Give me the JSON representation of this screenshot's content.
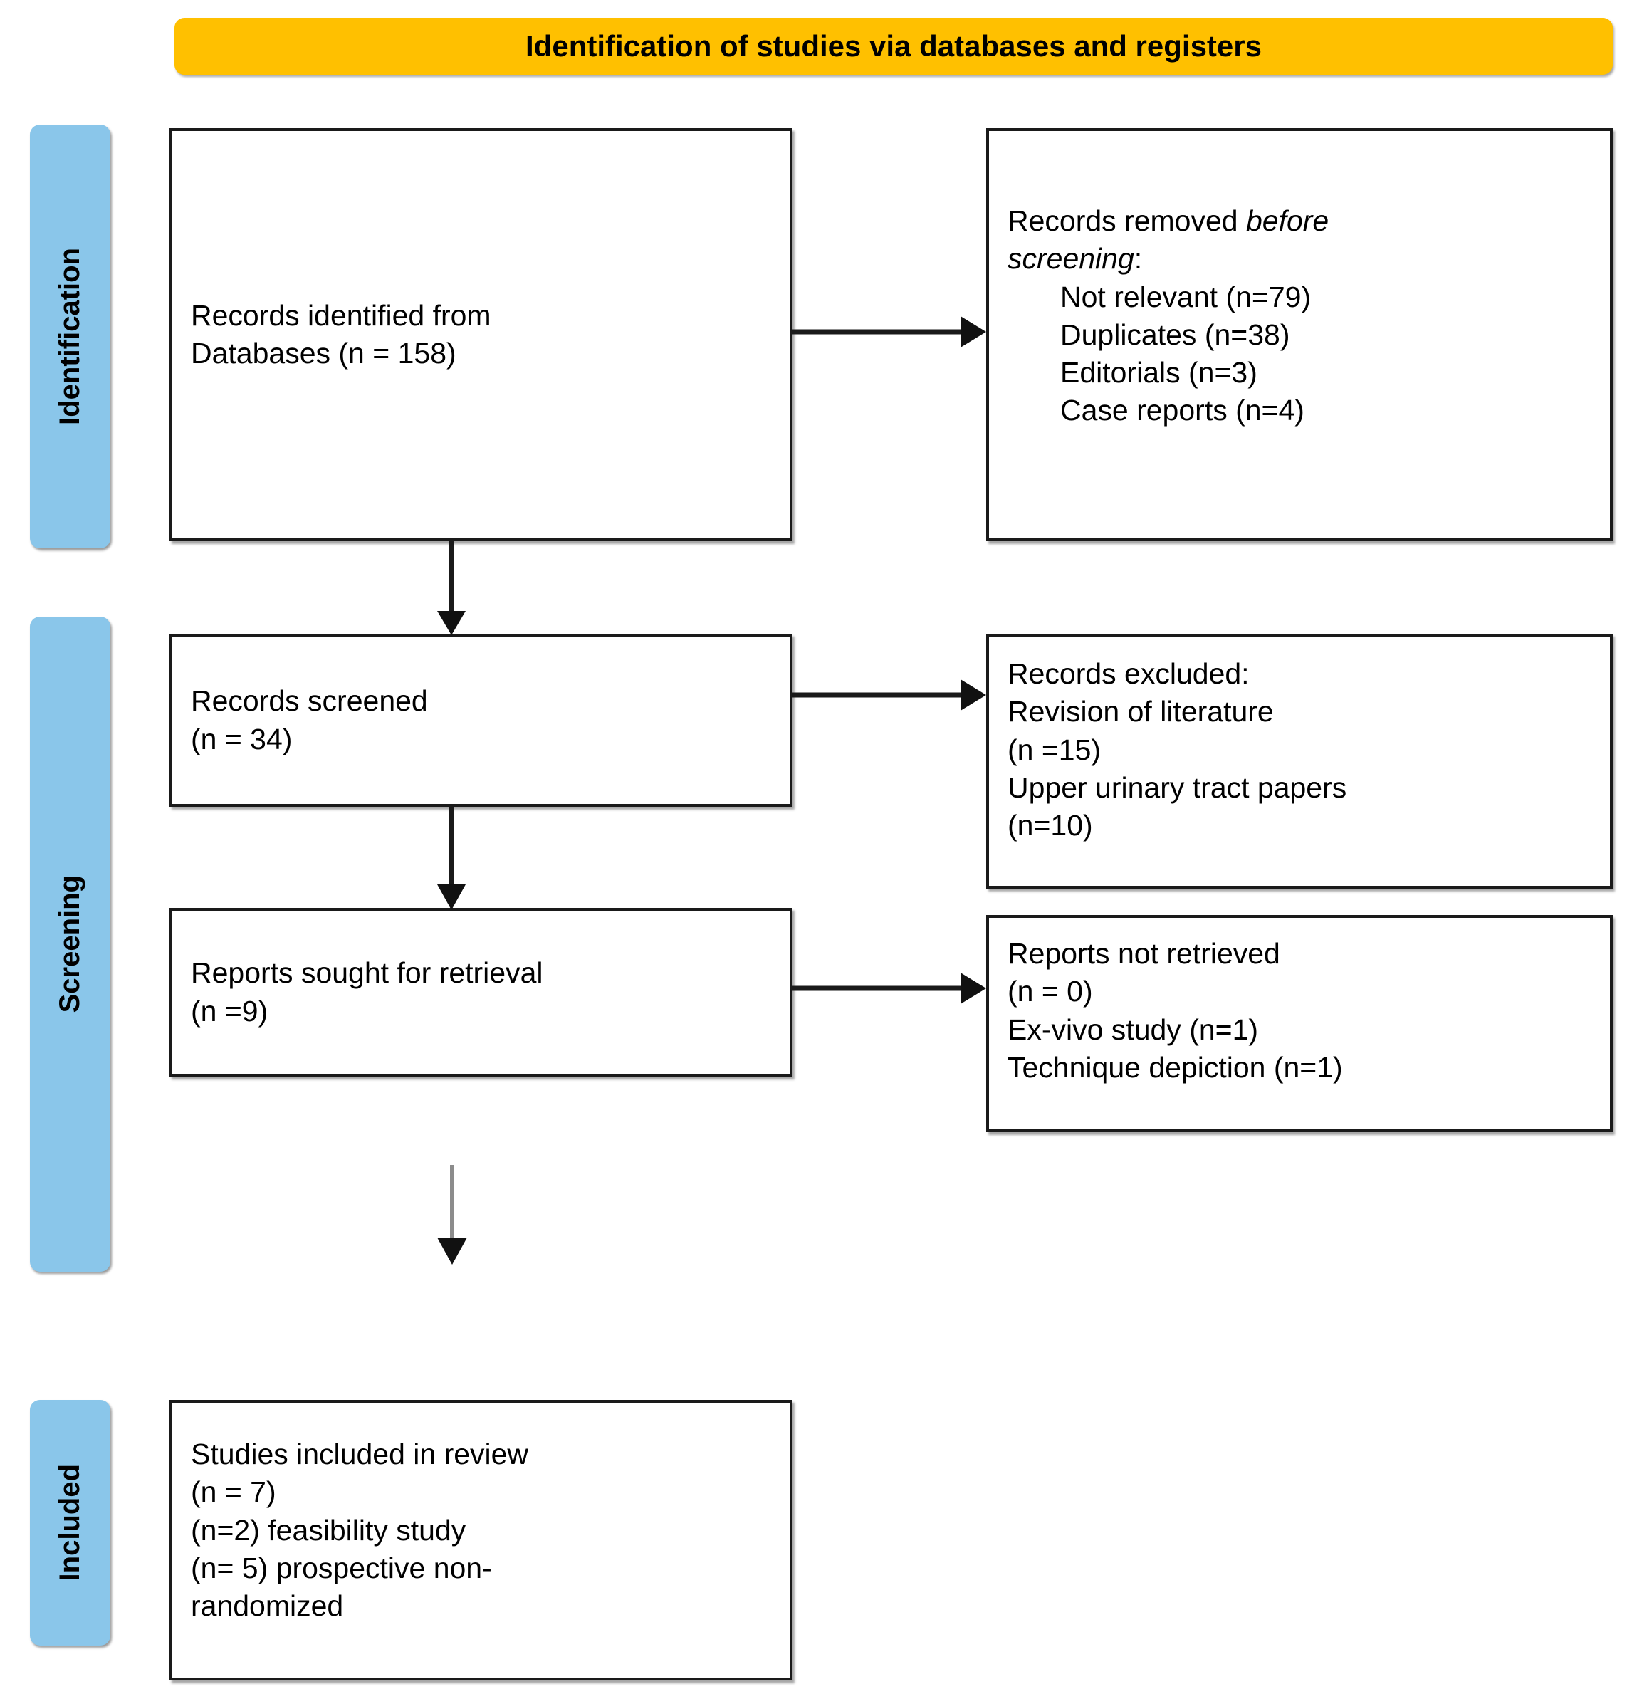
{
  "header": {
    "title": "Identification of studies via databases and registers",
    "bg_color": "#FFC000"
  },
  "stages": {
    "bg_color": "#8AC6EA",
    "items": [
      {
        "id": "identification",
        "label": "Identification"
      },
      {
        "id": "screening",
        "label": "Screening"
      },
      {
        "id": "included",
        "label": "Included"
      }
    ]
  },
  "boxes": {
    "identified": {
      "lines": [
        "Records identified from",
        "Databases (n = 158)"
      ]
    },
    "removed": {
      "heading_plain": "Records removed ",
      "heading_italic_a": "before",
      "heading_italic_b": "screening",
      "heading_colon": ":",
      "items": [
        "Not relevant (n=79)",
        "Duplicates (n=38)",
        "Editorials (n=3)",
        "Case reports (n=4)"
      ]
    },
    "screened": {
      "lines": [
        "Records screened",
        "(n = 34)"
      ]
    },
    "excluded": {
      "lines": [
        "Records excluded:",
        "Revision of literature",
        "(n =15)",
        "Upper urinary tract papers",
        "(n=10)"
      ]
    },
    "sought": {
      "lines": [
        "Reports sought for retrieval",
        "(n =9)"
      ]
    },
    "not_retrieved": {
      "lines": [
        "Reports not retrieved",
        "(n = 0)",
        "Ex-vivo study (n=1)",
        "Technique depiction (n=1)"
      ]
    },
    "included": {
      "lines": [
        "Studies included in review",
        "(n = 7)",
        "(n=2) feasibility study",
        "(n= 5) prospective non-",
        "randomized"
      ]
    }
  },
  "connectors": {
    "arrow_color_dark": "#1a1a1a",
    "arrow_color_gray": "#8c8c8c"
  }
}
